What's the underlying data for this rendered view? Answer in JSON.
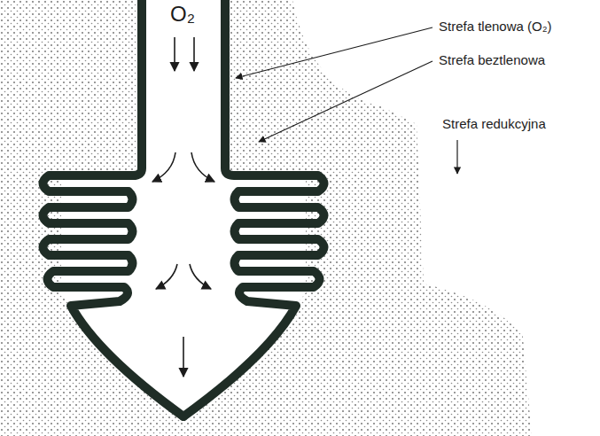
{
  "diagram": {
    "labels": [
      "O₂",
      "Strefa tlenowa (O₂)",
      "Strefa beztlenowa",
      "Strefa redukcyjna"
    ]
  }
}
